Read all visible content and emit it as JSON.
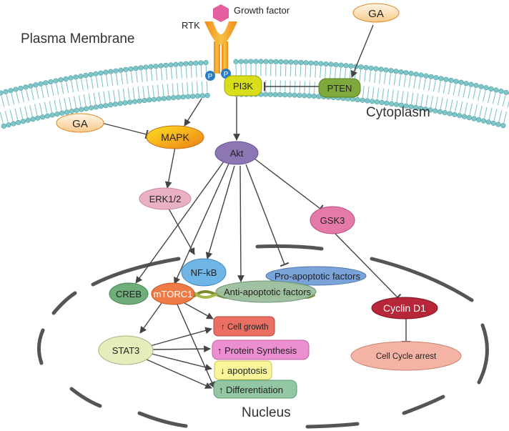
{
  "labels": {
    "growth_factor": "Growth factor",
    "rtk": "RTK",
    "plasma_membrane": "Plasma Membrane",
    "cytoplasm": "Cytoplasm",
    "nucleus": "Nucleus",
    "phospho": "P"
  },
  "nodes": {
    "ga_top": "GA",
    "ga_left": "GA",
    "pten": "PTEN",
    "pi3k": "PI3K",
    "mapk": "MAPK",
    "akt": "Akt",
    "erk": "ERK1/2",
    "gsk3": "GSK3",
    "nfkb": "NF-kB",
    "pro_apoptotic": "Pro-apoptotic factors",
    "anti_apoptotic": "Anti-apoptotic factors",
    "creb": "CREB",
    "mtorc1": "mTORC1",
    "cyclin_d1": "Cyclin D1",
    "cell_cycle_arrest": "Cell Cycle arrest",
    "stat3": "STAT3"
  },
  "outcomes": {
    "cell_growth": "Cell growth",
    "protein_synthesis": "Protein Synthesis",
    "apoptosis": "apoptosis",
    "differentiation": "Differentiation"
  },
  "colors": {
    "membrane_head": "#7fc6c9",
    "ga_fill": "#f7c98a",
    "pten_fill": "#7fa83a",
    "pi3k_fill": "#d8df1a",
    "mapk_fill": "#f2a21c",
    "akt_fill": "#8c76b4",
    "erk_fill": "#eab1c6",
    "gsk3_fill": "#e579a8",
    "nfkb_fill": "#6fb6e6",
    "pro_apoptotic_fill": "#7aa3d9",
    "anti_apoptotic_fill": "#9cbf9e",
    "creb_fill": "#6fae7a",
    "mtorc1_fill": "#ee7a45",
    "cyclin_fill": "#b8263a",
    "arrest_fill": "#f4b3a5",
    "stat3_fill": "#e4edbb",
    "cell_growth_fill": "#ea6f62",
    "protein_synthesis_fill": "#eb8fd1",
    "apoptosis_fill": "#f8f59a",
    "differentiation_fill": "#93c7a4",
    "receptor_fill": "#f5a623",
    "growth_factor_fill": "#e35fa0",
    "phospho_fill": "#2a7bc4"
  }
}
